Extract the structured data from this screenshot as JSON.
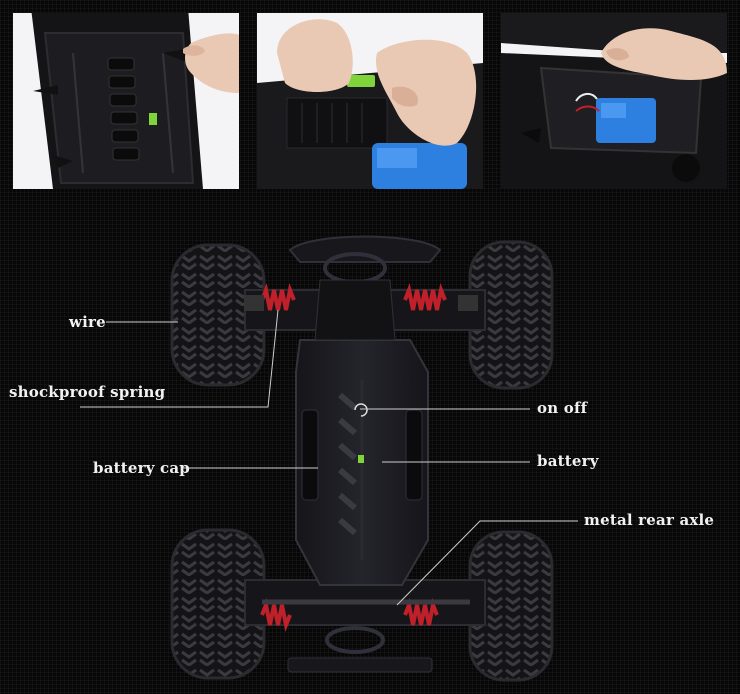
{
  "labels": {
    "wire": "wire",
    "shockproof_spring": "shockproof spring",
    "on_off": "on  off",
    "battery_cap": "battery cap",
    "battery": "battery",
    "metal_rear_axle": "metal rear axle"
  },
  "colors": {
    "background": "#070707",
    "label_text": "#f2f2f2",
    "spring_red": "#c0202a",
    "battery_blue": "#2d7fe0",
    "connector_green": "#7fd43a"
  }
}
